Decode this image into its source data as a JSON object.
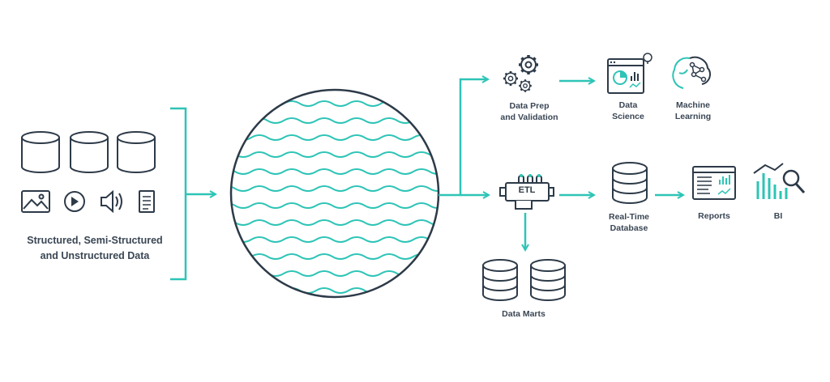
{
  "sources": {
    "line1": "Structured, Semi-Structured",
    "line2": "and Unstructured Data"
  },
  "etl": {
    "label": "ETL"
  },
  "nodes": {
    "data_prep": {
      "line1": "Data Prep",
      "line2": "and Validation"
    },
    "data_science": {
      "line1": "Data",
      "line2": "Science"
    },
    "machine_learning": {
      "line1": "Machine",
      "line2": "Learning"
    },
    "realtime_db": {
      "line1": "Real-Time",
      "line2": "Database"
    },
    "reports": {
      "line1": "Reports"
    },
    "bi": {
      "line1": "BI"
    },
    "data_marts": {
      "line1": "Data Marts"
    }
  },
  "colors": {
    "accent": "#2ec4b6",
    "ink": "#2d3a48",
    "label": "#3a4654"
  }
}
